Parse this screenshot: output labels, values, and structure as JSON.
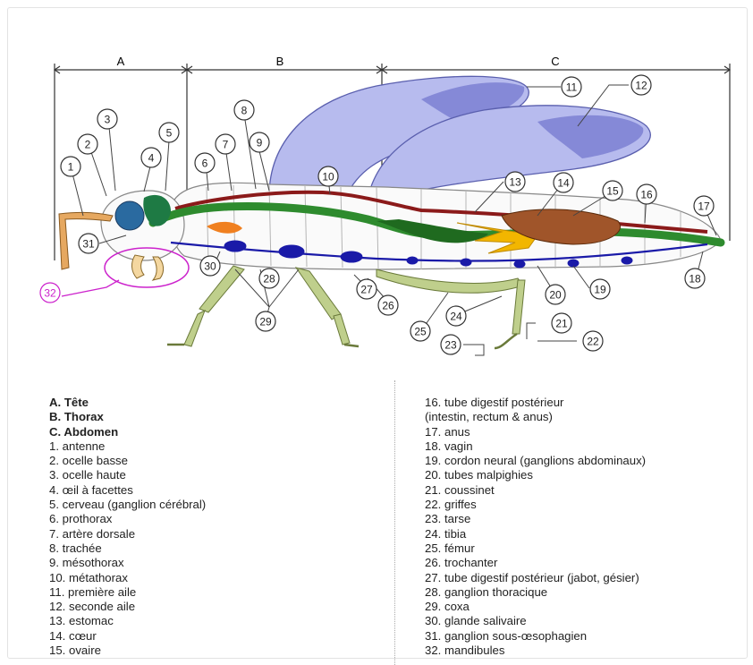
{
  "colors": {
    "wing": "#9a9ee0",
    "wing_dark": "#6d72c8",
    "gut": "#2e8b2e",
    "gut_dark": "#1f5f1f",
    "nerve": "#1a1aa8",
    "artery": "#8b1a1a",
    "ovary": "#7a3b1a",
    "malpighian": "#f2b600",
    "leg": "#bccc8a",
    "eye": "#2a6aa0",
    "highlight": "#cc22cc",
    "salivary": "#f08020"
  },
  "sections": [
    {
      "id": "A",
      "label": "A"
    },
    {
      "id": "B",
      "label": "B"
    },
    {
      "id": "C",
      "label": "C"
    }
  ],
  "callouts": [
    "1",
    "2",
    "3",
    "4",
    "5",
    "6",
    "7",
    "8",
    "9",
    "10",
    "11",
    "12",
    "13",
    "14",
    "15",
    "16",
    "17",
    "18",
    "19",
    "20",
    "21",
    "22",
    "23",
    "24",
    "25",
    "26",
    "27",
    "28",
    "29",
    "30",
    "31",
    "32"
  ],
  "legend_left": [
    {
      "text": "A. Tête",
      "bold": true
    },
    {
      "text": "B. Thorax",
      "bold": true
    },
    {
      "text": "C. Abdomen",
      "bold": true
    },
    {
      "text": "1. antenne"
    },
    {
      "text": "2. ocelle basse"
    },
    {
      "text": "3. ocelle haute"
    },
    {
      "text": "4. œil à facettes"
    },
    {
      "text": "5. cerveau (ganglion cérébral)"
    },
    {
      "text": "6. prothorax"
    },
    {
      "text": "7. artère dorsale"
    },
    {
      "text": "8. trachée"
    },
    {
      "text": "9. mésothorax"
    },
    {
      "text": "10. métathorax"
    },
    {
      "text": "11. première aile"
    },
    {
      "text": "12. seconde aile"
    },
    {
      "text": "13. estomac"
    },
    {
      "text": "14. cœur"
    },
    {
      "text": "15. ovaire"
    }
  ],
  "legend_right": [
    {
      "text": "16. tube digestif postérieur"
    },
    {
      "text": "(intestin, rectum & anus)"
    },
    {
      "text": "17. anus"
    },
    {
      "text": "18. vagin"
    },
    {
      "text": "19. cordon neural (ganglions abdominaux)"
    },
    {
      "text": "20. tubes malpighies"
    },
    {
      "text": "21. coussinet"
    },
    {
      "text": "22. griffes"
    },
    {
      "text": "23. tarse"
    },
    {
      "text": "24. tibia"
    },
    {
      "text": "25. fémur"
    },
    {
      "text": "26. trochanter"
    },
    {
      "text": "27. tube digestif postérieur (jabot, gésier)"
    },
    {
      "text": "28. ganglion thoracique"
    },
    {
      "text": "29. coxa"
    },
    {
      "text": "30. glande salivaire"
    },
    {
      "text": "31. ganglion sous-œsophagien"
    },
    {
      "text": "32. mandibules"
    }
  ]
}
